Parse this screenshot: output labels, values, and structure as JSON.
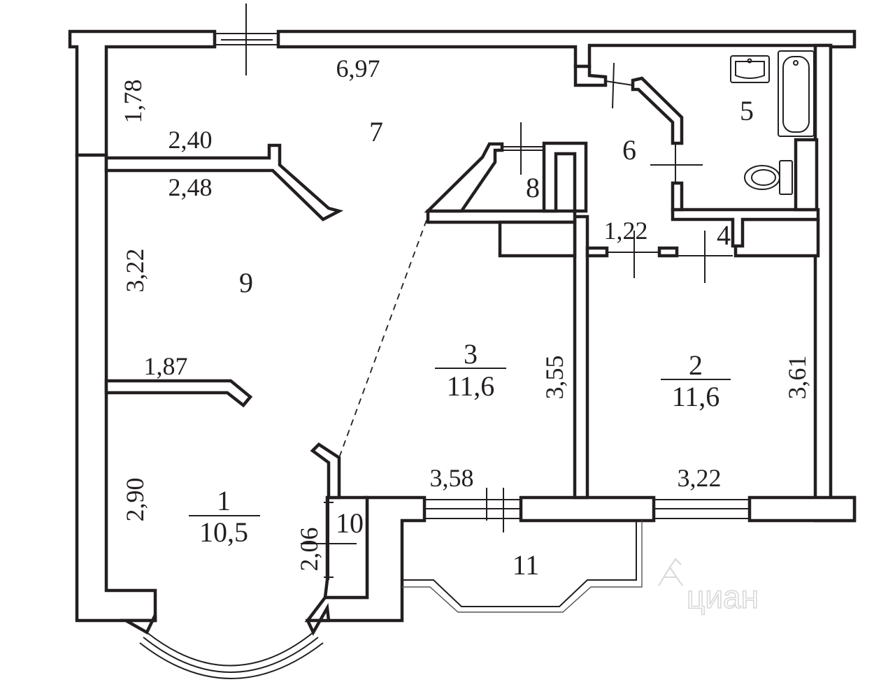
{
  "rooms": [
    {
      "id": "1",
      "number": "1",
      "area": "10,5"
    },
    {
      "id": "2",
      "number": "2",
      "area": "11,6"
    },
    {
      "id": "3",
      "number": "3",
      "area": "11,6"
    },
    {
      "id": "4",
      "number": "4"
    },
    {
      "id": "5",
      "number": "5"
    },
    {
      "id": "6",
      "number": "6"
    },
    {
      "id": "7",
      "number": "7"
    },
    {
      "id": "8",
      "number": "8"
    },
    {
      "id": "9",
      "number": "9"
    },
    {
      "id": "10",
      "number": "10"
    },
    {
      "id": "11",
      "number": "11"
    }
  ],
  "dimensions": {
    "d697": "6,97",
    "d178": "1,78",
    "d240": "2,40",
    "d248": "2,48",
    "d322_left": "3,22",
    "d187": "1,87",
    "d290": "2,90",
    "d206": "2,06",
    "d358": "3,58",
    "d355": "3,55",
    "d122": "1,22",
    "d361": "3,61",
    "d322_bottom": "3,22"
  },
  "watermark": {
    "text": "циан",
    "color": "#d8d8d8"
  }
}
